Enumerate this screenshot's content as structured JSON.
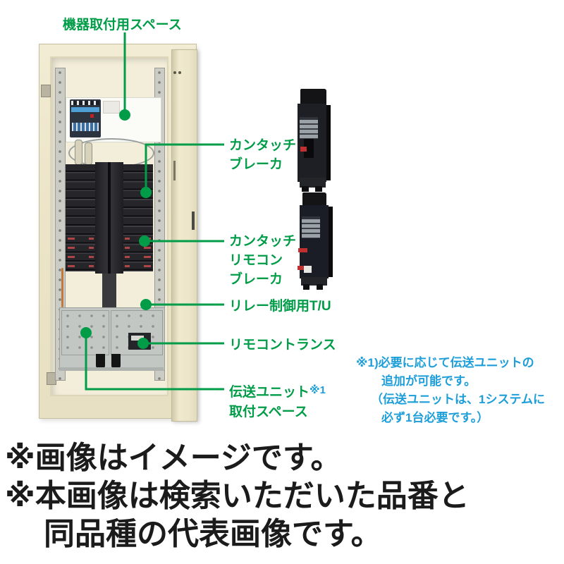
{
  "colors": {
    "green": "#009c47",
    "blue": "#1d9ed9",
    "text": "#1b1b1b"
  },
  "callouts": {
    "equipment_space": "機器取付用スペース",
    "kantouch_breaker": [
      "カンタッチ",
      "ブレーカ"
    ],
    "kantouch_remote_breaker": [
      "カンタッチ",
      "リモコン",
      "ブレーカ"
    ],
    "relay_tu": "リレー制御用T/U",
    "remote_transformer": "リモコントランス",
    "transmission_unit": "伝送ユニット",
    "transmission_unit_ref": "※1",
    "transmission_unit_line2": "取付スペース"
  },
  "note": {
    "lines": [
      "※1)必要に応じて伝送ユニットの",
      "追加が可能です。",
      "（伝送ユニットは、1システムに",
      "必ず1台必要です。）"
    ]
  },
  "disclaimer": {
    "lines": [
      "※画像はイメージです。",
      "※本画像は検索いただいた品番と",
      "同品種の代表画像です。"
    ]
  }
}
